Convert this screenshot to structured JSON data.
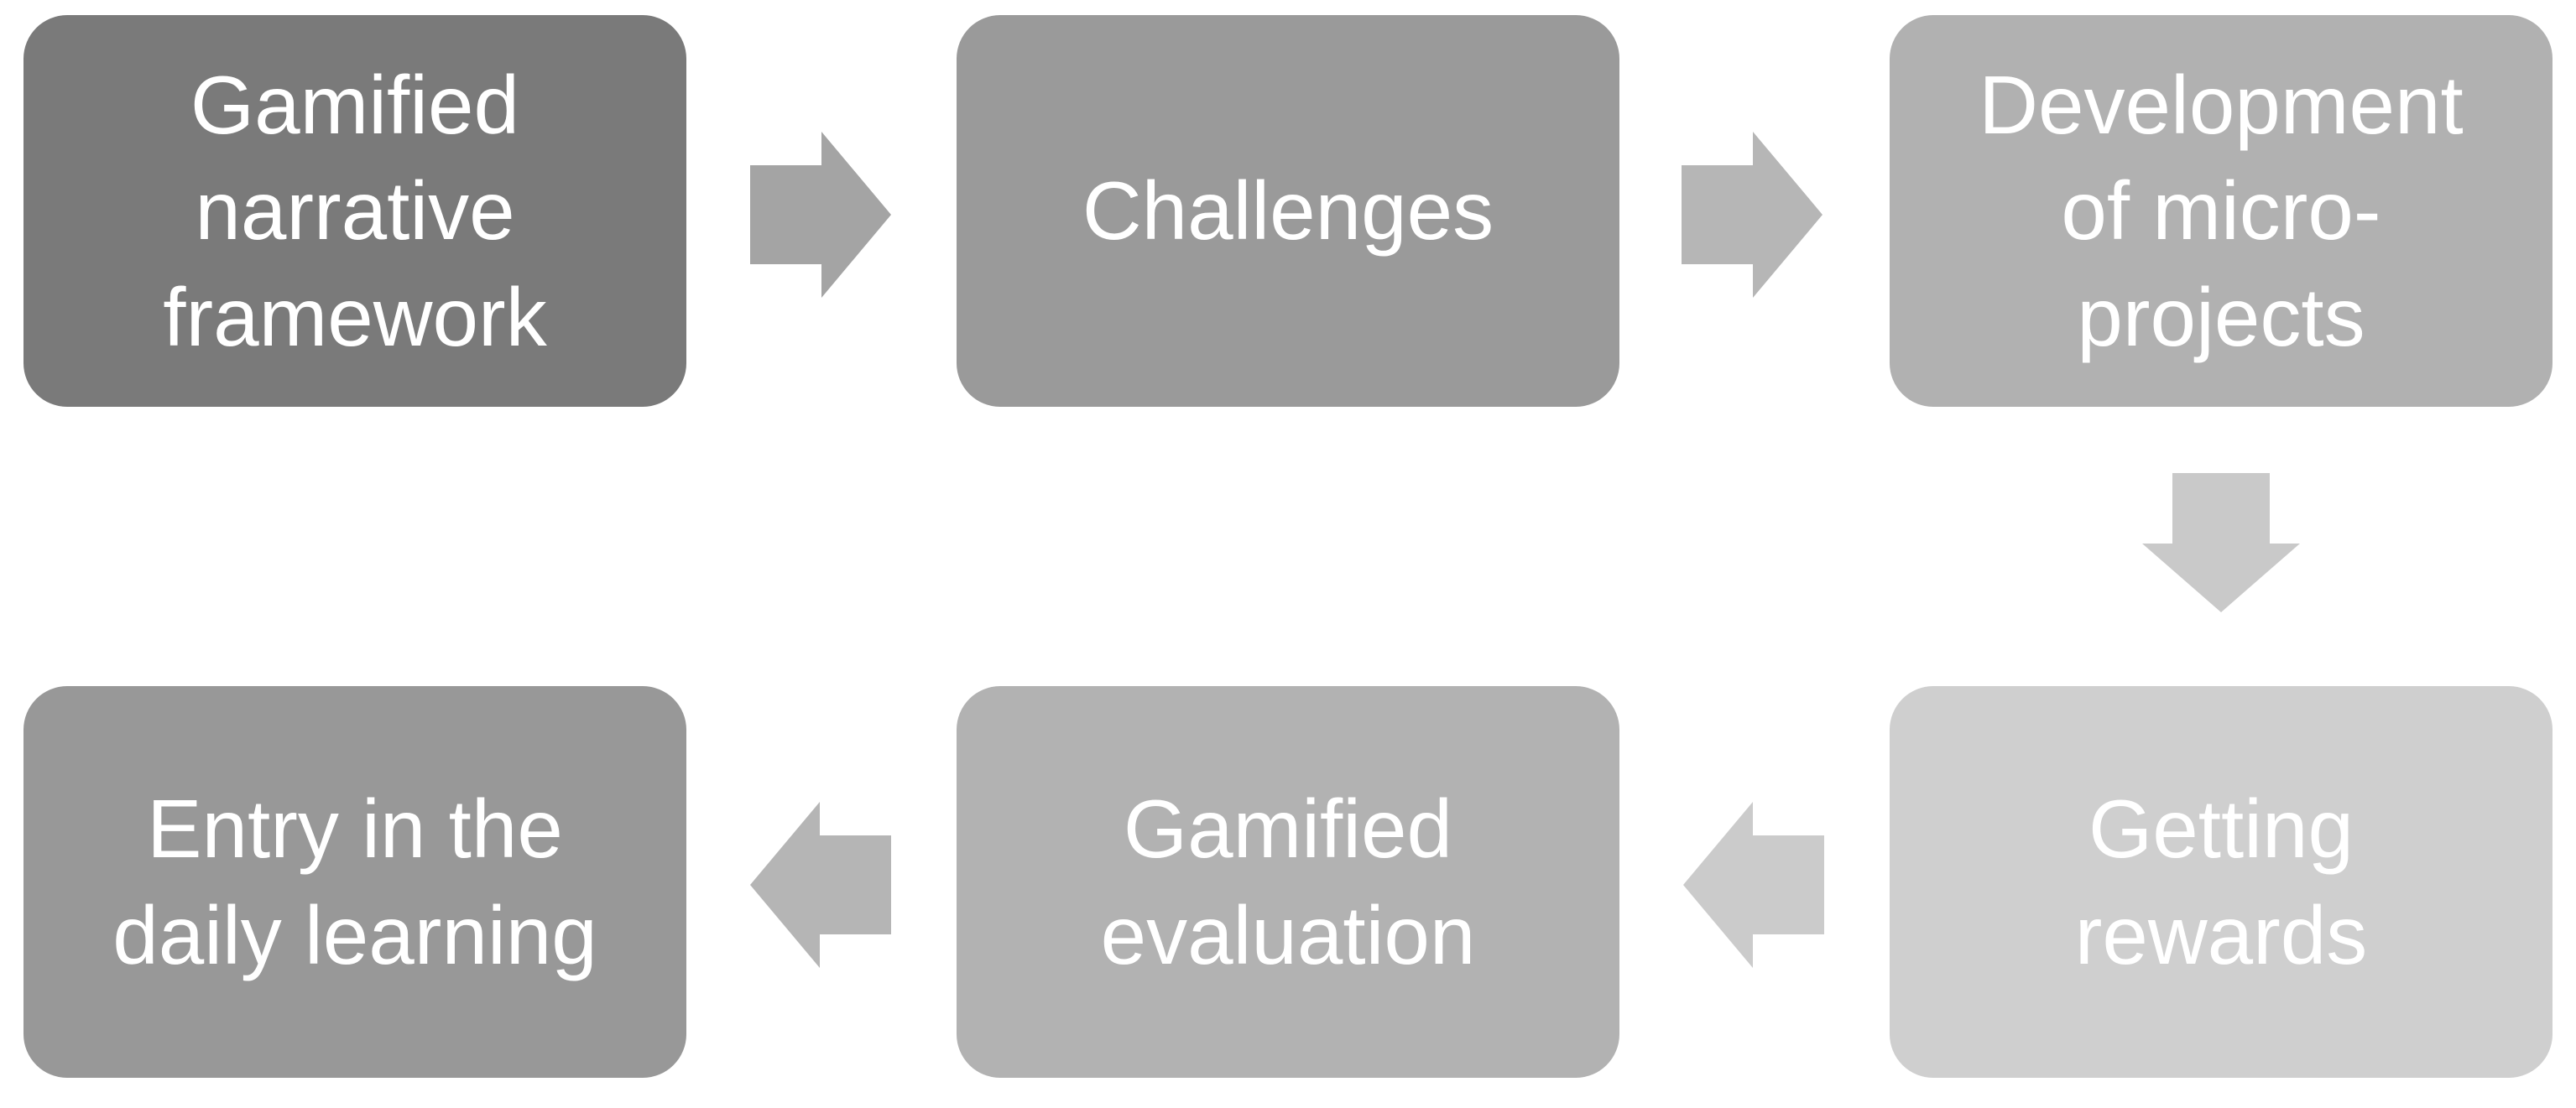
{
  "page": {
    "background": "#ffffff",
    "text_color": "#ffffff"
  },
  "diagram": {
    "type": "process-flow",
    "boxes": [
      {
        "id": "gamified-narrative-framework",
        "label": "Gamified\nnarrative\nframework",
        "color": "#7a7a7a"
      },
      {
        "id": "challenges",
        "label": "Challenges",
        "color": "#9a9a9a"
      },
      {
        "id": "development-of-micro-projects",
        "label": "Development\nof micro-\nprojects",
        "color": "#b1b1b1"
      },
      {
        "id": "getting-rewards",
        "label": "Getting\nrewards",
        "color": "#cfcfcf"
      },
      {
        "id": "gamified-evaluation",
        "label": "Gamified\nevaluation",
        "color": "#b2b2b2"
      },
      {
        "id": "entry-in-the-daily-learning",
        "label": "Entry in the\ndaily learning",
        "color": "#989898"
      }
    ],
    "arrows": [
      {
        "id": "arrow-framework-to-challenges",
        "direction": "right",
        "from": "gamified-narrative-framework",
        "to": "challenges",
        "color": "#a4a4a4"
      },
      {
        "id": "arrow-challenges-to-microprojects",
        "direction": "right",
        "from": "challenges",
        "to": "development-of-micro-projects",
        "color": "#b6b6b6"
      },
      {
        "id": "arrow-microprojects-to-rewards",
        "direction": "down",
        "from": "development-of-micro-projects",
        "to": "getting-rewards",
        "color": "#c9c9c9"
      },
      {
        "id": "arrow-rewards-to-evaluation",
        "direction": "left",
        "from": "getting-rewards",
        "to": "gamified-evaluation",
        "color": "#cbcbcb"
      },
      {
        "id": "arrow-evaluation-to-entry",
        "direction": "left",
        "from": "gamified-evaluation",
        "to": "entry-in-the-daily-learning",
        "color": "#b5b5b5"
      }
    ]
  }
}
